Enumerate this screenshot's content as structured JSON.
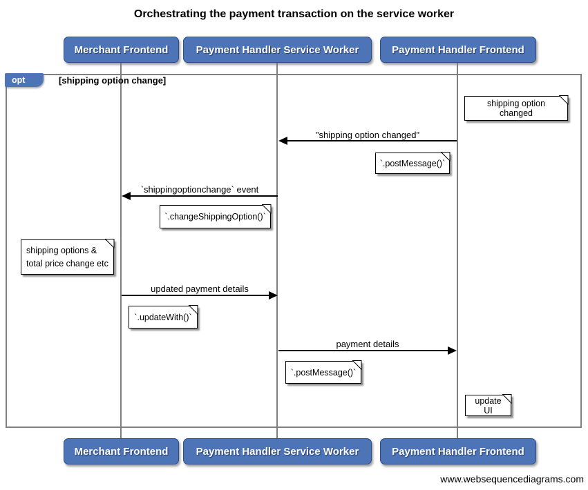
{
  "title": "Orchestrating the payment transaction on the service worker",
  "watermark": "www.websequencediagrams.com",
  "colors": {
    "actor_fill": "#4e74b8",
    "actor_border": "#2e4c86",
    "lifeline": "#7f7f7f",
    "frame_border": "#808080",
    "note_bg": "#ffffff",
    "arrow": "#000000"
  },
  "actors": [
    {
      "label": "Merchant Frontend"
    },
    {
      "label": "Payment Handler Service Worker"
    },
    {
      "label": "Payment Handler Frontend"
    }
  ],
  "fragment": {
    "operator": "opt",
    "guard": "[shipping option change]"
  },
  "messages": [
    {
      "label": "\"shipping option changed\"",
      "from": "Payment Handler Frontend",
      "to": "Payment Handler Service Worker",
      "direction": "left"
    },
    {
      "label": "`shippingoptionchange` event",
      "from": "Payment Handler Service Worker",
      "to": "Merchant Frontend",
      "direction": "left"
    },
    {
      "label": "updated payment details",
      "from": "Merchant Frontend",
      "to": "Payment Handler Service Worker",
      "direction": "right"
    },
    {
      "label": "payment details",
      "from": "Payment Handler Service Worker",
      "to": "Payment Handler Frontend",
      "direction": "right"
    }
  ],
  "notes": [
    {
      "text": "shipping option changed",
      "anchor": "Payment Handler Frontend"
    },
    {
      "text": "`.postMessage()`",
      "anchor": "Payment Handler Frontend"
    },
    {
      "text": "`.changeShippingOption()`",
      "anchor": "Payment Handler Service Worker"
    },
    {
      "text": "shipping options &\ntotal price change etc",
      "anchor": "Merchant Frontend"
    },
    {
      "text": "`.updateWith()`",
      "anchor": "Merchant Frontend"
    },
    {
      "text": "`.postMessage()`",
      "anchor": "Payment Handler Service Worker"
    },
    {
      "text": "update UI",
      "anchor": "Payment Handler Frontend"
    }
  ]
}
